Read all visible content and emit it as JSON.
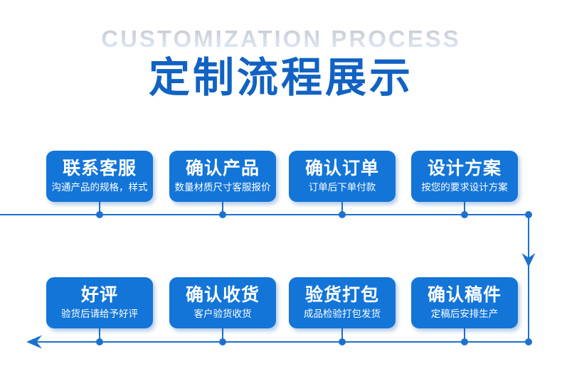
{
  "colors": {
    "box-blue": "#1375D8",
    "line-blue": "#1C71CE",
    "title-blue": "#1162C2",
    "en-title-top": "#C7CBD3",
    "en-title-bottom": "#DEE9F7",
    "box-text": "#FFFFFF"
  },
  "header": {
    "title_en": "CUSTOMIZATION PROCESS",
    "title_zh": "定制流程展示"
  },
  "flow": {
    "top_row": [
      {
        "title": "联系客服",
        "subtitle": "沟通产品的规格，样式"
      },
      {
        "title": "确认产品",
        "subtitle": "数量材质尺寸客服报价"
      },
      {
        "title": "确认订单",
        "subtitle": "订单后下单付款"
      },
      {
        "title": "设计方案",
        "subtitle": "按您的要求设计方案"
      }
    ],
    "bottom_row": [
      {
        "title": "好评",
        "subtitle": "验货后请给予好评"
      },
      {
        "title": "确认收货",
        "subtitle": "客户验货收货"
      },
      {
        "title": "验货打包",
        "subtitle": "成品检验打包发货"
      },
      {
        "title": "确认稿件",
        "subtitle": "定稿后安排生产"
      }
    ]
  }
}
